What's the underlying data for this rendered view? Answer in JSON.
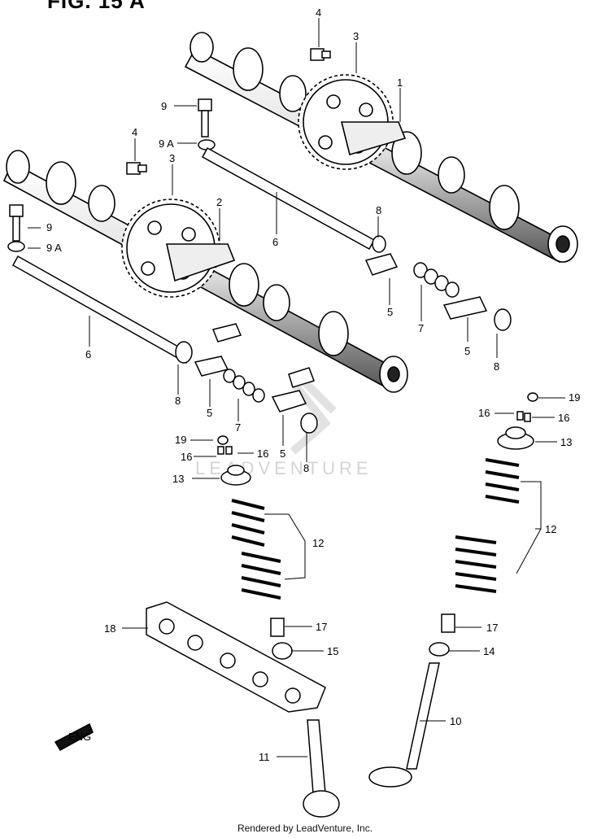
{
  "figure": {
    "title": "FIG. 15 A"
  },
  "watermark": {
    "text": "LEADVENTURE"
  },
  "footer": {
    "text": "Rendered by LeadVenture, Inc."
  },
  "direction_arrow": {
    "label": "ENG"
  },
  "callouts": [
    "4",
    "3",
    "1",
    "9",
    "9 A",
    "4",
    "3",
    "2",
    "9",
    "9 A",
    "6",
    "8",
    "6",
    "5",
    "7",
    "5",
    "8",
    "8",
    "5",
    "7",
    "5",
    "8",
    "19",
    "16",
    "16",
    "13",
    "12",
    "18",
    "17",
    "15",
    "11",
    "19",
    "16",
    "16",
    "13",
    "12",
    "17",
    "14",
    "10"
  ]
}
